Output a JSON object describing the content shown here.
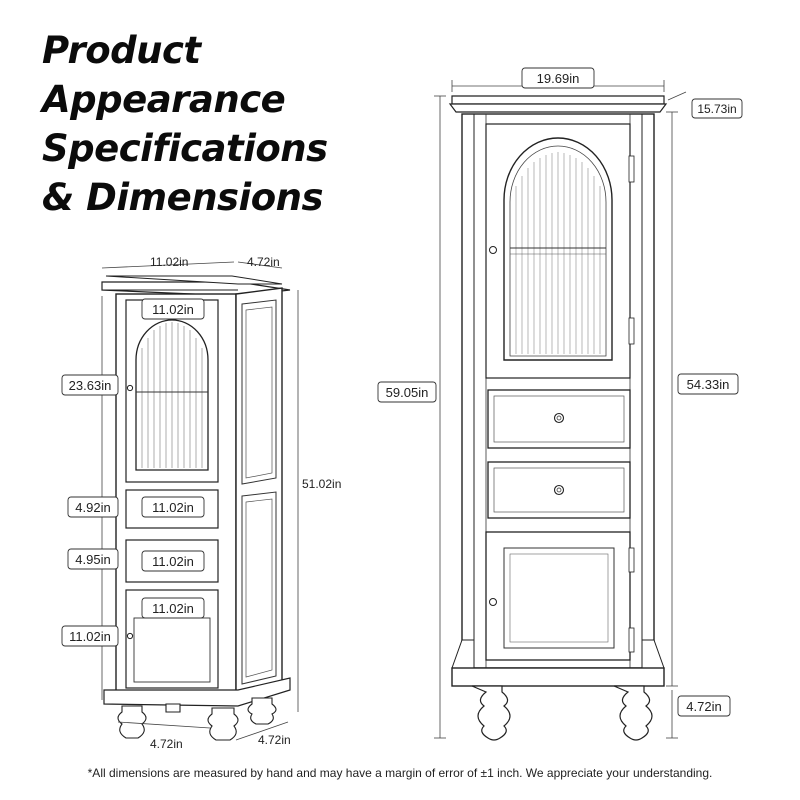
{
  "title": {
    "line1": "Product",
    "line2": "Appearance",
    "line3": "Specifications",
    "line4": "& Dimensions"
  },
  "small_cabinet": {
    "top_width": "11.02in",
    "top_depth": "4.72in",
    "door_width": "11.02in",
    "door_height": "23.63in",
    "drawer1_width": "11.02in",
    "drawer1_height": "4.92in",
    "drawer2_width": "11.02in",
    "drawer2_height": "4.95in",
    "lower_door_width": "11.02in",
    "lower_door_height": "11.02in",
    "total_height": "51.02in",
    "bottom_width": "4.72in",
    "bottom_depth": "4.72in"
  },
  "large_cabinet": {
    "width": "19.69in",
    "depth": "15.73in",
    "total_height": "59.05in",
    "body_height": "54.33in",
    "leg_height": "4.72in"
  },
  "footnote": "*All dimensions are measured by hand and may have a margin of error of ±1 inch. We appreciate your understanding."
}
